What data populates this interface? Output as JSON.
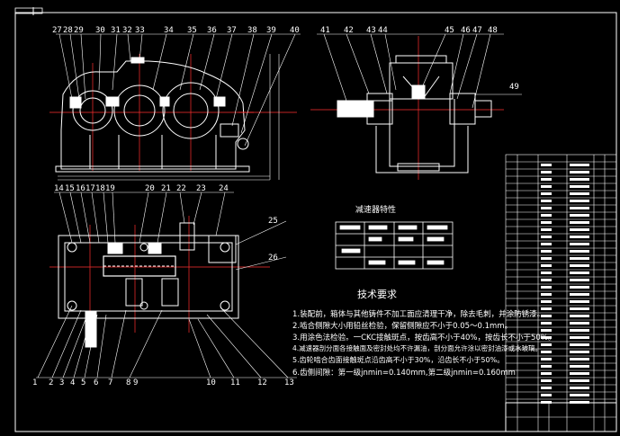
{
  "drawing": {
    "colors": {
      "background": "#000000",
      "line": "#ffffff",
      "center": "#ff2020",
      "dim": "#ff3333",
      "accent": "#00ccff"
    },
    "labels_top_left": [
      "27",
      "28",
      "29",
      "30",
      "31",
      "32",
      "33",
      "34",
      "35",
      "36",
      "37",
      "38",
      "39",
      "40"
    ],
    "labels_top_right": [
      "41",
      "42",
      "43",
      "44",
      "45",
      "46",
      "47",
      "48"
    ],
    "label_49": "49",
    "labels_mid": [
      "14",
      "15",
      "16",
      "17",
      "18",
      "19",
      "20",
      "21",
      "22",
      "23",
      "24"
    ],
    "labels_side": [
      "25",
      "26"
    ],
    "labels_bottom": [
      "1",
      "2",
      "3",
      "4",
      "5",
      "6",
      "7",
      "8",
      "9",
      "10",
      "11",
      "12",
      "13"
    ],
    "spec_title": "减速器特性",
    "tech_title": "技术要求",
    "requirements": [
      "1.装配前，箱体与其他铸件不加工面应清理干净，除去毛刺，并涂防锈漆。",
      "2.啮合侧隙大小用铅丝检验，保留侧隙应不小于0.05～0.1mm。",
      "3.用涂色法检验。一CKC接触斑点，按齿高不小于40%，按齿长不小于50%。",
      "4.减速器剖分面各接触面及密封处均不许漏油，剖分面允许涂以密封油漆或水玻璃。",
      "5.齿轮啮合齿面接触斑点沿齿高不小于30%，沿齿长不小于50%。",
      "6.齿侧间隙：第一级jnmin=0.140mm,第二级jnmin=0.160mm"
    ]
  }
}
